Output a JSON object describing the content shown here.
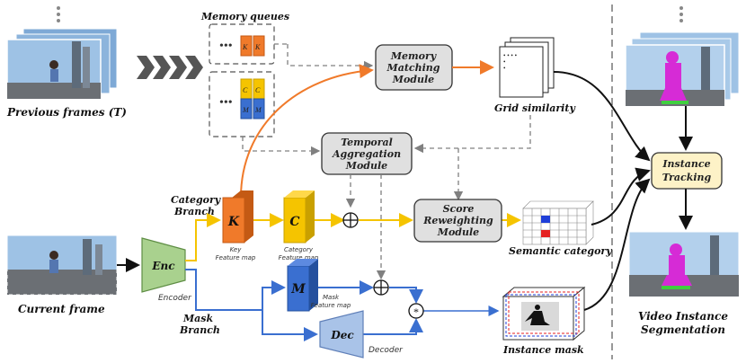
{
  "labels": {
    "previous_frames": "Previous frames (T)",
    "current_frame": "Current frame",
    "memory_queues": "Memory queues",
    "memory_matching": [
      "Memory",
      "Matching",
      "Module"
    ],
    "grid_similarity": "Grid similarity",
    "temporal_aggregation": [
      "Temporal",
      "Aggregation",
      "Module"
    ],
    "score_reweighting": [
      "Score",
      "Reweighting",
      "Module"
    ],
    "semantic_category": "Semantic category",
    "instance_tracking": [
      "Instance",
      "Tracking"
    ],
    "video_instance_segmentation": [
      "Video Instance",
      "Segmentation"
    ],
    "instance_mask": "Instance mask",
    "category_branch": [
      "Category",
      "Branch"
    ],
    "mask_branch": [
      "Mask",
      "Branch"
    ],
    "enc": "Enc",
    "encoder": "Encoder",
    "dec": "Dec",
    "decoder": "Decoder",
    "k": "K",
    "c": "C",
    "m": "M",
    "key_feature_map": [
      "Key",
      "Feature map"
    ],
    "category_feature_map": [
      "Category",
      "Feature map"
    ],
    "mask_feature_map": [
      "Mask",
      "Feature map"
    ],
    "queue_k": "K",
    "queue_c": "C",
    "queue_m": "M",
    "multiply": "*"
  },
  "colors": {
    "orange": "#f07a2a",
    "yellow": "#f5c400",
    "blue": "#3a6fd0",
    "green": "#a9d18e",
    "gray_module": "#e0e0e0",
    "tracking_fill": "#fdf2c7",
    "dashed_gray": "#808080"
  }
}
